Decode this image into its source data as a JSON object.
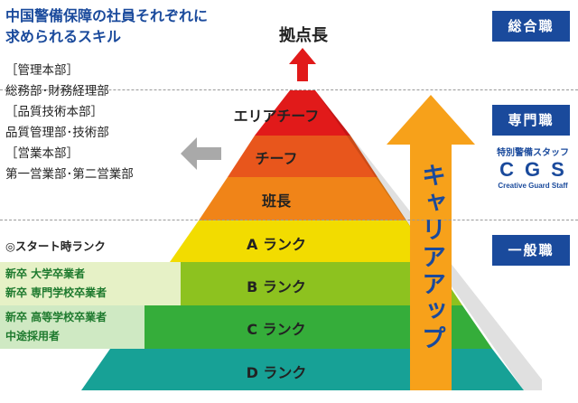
{
  "title_line1": "中国警備保障の社員それぞれに",
  "title_line2": "求められるスキル",
  "departments": [
    "［管理本部］",
    "総務部･財務経理部",
    "［品質技術本部］",
    "品質管理部･技術部",
    "［営業本部］",
    "第一営業部･第二営業部"
  ],
  "start_rank_label": "◎スタート時ランク",
  "entry_groups": [
    {
      "line1": "新卒 大学卒業者",
      "line2": "新卒 専門学校卒業者"
    },
    {
      "line1": "新卒 高等学校卒業者",
      "line2": "中途採用者"
    }
  ],
  "tiers": {
    "top": "拠点長",
    "area_chief": "エリアチーフ",
    "chief": "チーフ",
    "leader": "班長",
    "rank_a": "A ランク",
    "rank_b": "B ランク",
    "rank_c": "C ランク",
    "rank_d": "D ランク"
  },
  "categories": {
    "general_mgmt": "総合職",
    "specialist": "専門職",
    "general": "一般職"
  },
  "cgs": {
    "subtitle": "特別警備スタッフ",
    "acronym": "CGS",
    "full": "Creative Guard Staff"
  },
  "career_up": "キャリアアップ",
  "colors": {
    "brand_blue": "#1a4a9c",
    "red": "#e11a1a",
    "orange_dark": "#e8561c",
    "orange": "#f08418",
    "yellow": "#f2dc00",
    "light_green": "#8dc21f",
    "green": "#35ad3a",
    "teal": "#17a196",
    "arrow_orange": "#f7a11a"
  }
}
